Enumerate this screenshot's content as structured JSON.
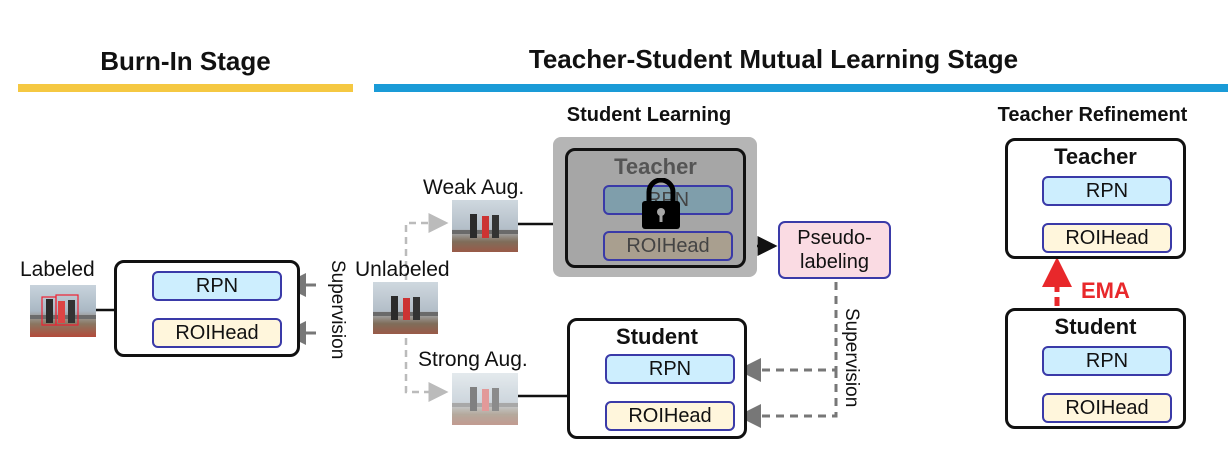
{
  "burn_in": {
    "title": "Burn-In Stage",
    "labeled": "Labeled",
    "rpn": "RPN",
    "roihead": "ROIHead",
    "supervision": "Supervision"
  },
  "mutual": {
    "title": "Teacher-Student Mutual Learning Stage",
    "student_learning": "Student Learning",
    "unlabeled": "Unlabeled",
    "weak_aug": "Weak Aug.",
    "strong_aug": "Strong Aug.",
    "teacher": "Teacher",
    "teacher_rpn": "RPN",
    "teacher_roihead": "ROIHead",
    "pseudo_labeling": "Pseudo-\nlabeling",
    "student": "Student",
    "student_rpn": "RPN",
    "student_roihead": "ROIHead",
    "supervision": "Supervision"
  },
  "refinement": {
    "title": "Teacher Refinement",
    "teacher": "Teacher",
    "teacher_rpn": "RPN",
    "teacher_roihead": "ROIHead",
    "ema": "EMA",
    "student": "Student",
    "student_rpn": "RPN",
    "student_roihead": "ROIHead"
  },
  "colors": {
    "burn_in_bar": "#f5c842",
    "mutual_bar": "#1a9bd7",
    "rpn_fill": "#cdeefe",
    "roi_fill": "#fff6dc",
    "pseudo_fill": "#fadbe3",
    "ema_arrow": "#e8282b"
  },
  "icons": [
    "lock-icon"
  ]
}
